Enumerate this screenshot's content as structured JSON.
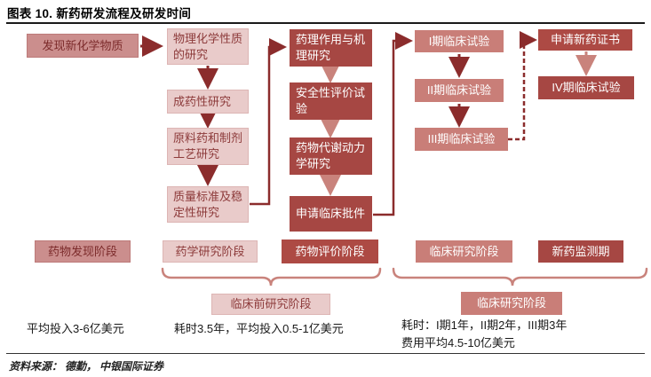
{
  "title": "图表 10. 新药研发流程及研发时间",
  "flow": {
    "discover": "发现新化学物质",
    "pharm_research": [
      "物理化学性质的研究",
      "成药性研究",
      "原料药和制剂工艺研究",
      "质量标准及稳定性研究"
    ],
    "evaluation": [
      "药理作用与机理研究",
      "安全性评价试验",
      "药物代谢动力学研究",
      "申请临床批件"
    ],
    "clinical": [
      "I期临床试验",
      "II期临床试验",
      "III期临床试验"
    ],
    "monitoring": [
      "申请新药证书",
      "IV期临床试验"
    ]
  },
  "stages": [
    "药物发现阶段",
    "药学研究阶段",
    "药物评价阶段",
    "临床研究阶段",
    "新药监测期"
  ],
  "discovery_note": "平均投入3-6亿美元",
  "preclinical_group": {
    "label": "临床前研究阶段",
    "note": "耗时3.5年，平均投入0.5-1亿美元"
  },
  "clinical_group": {
    "label": "临床研究阶段",
    "note1": "耗时：I期1年，II期2年，III期3年",
    "note2": "费用平均4.5-10亿美元"
  },
  "source": "资料来源： 德勤， 中银国际证券",
  "colors": {
    "light_pink": "#e9cbca",
    "medium_pink": "#cb8e8d",
    "salmon": "#c97e78",
    "dark_red": "#a64743",
    "arrow_dark": "#8b2c2c",
    "arrow_salmon": "#c9837c",
    "text_maroon": "#8d3b3b"
  }
}
